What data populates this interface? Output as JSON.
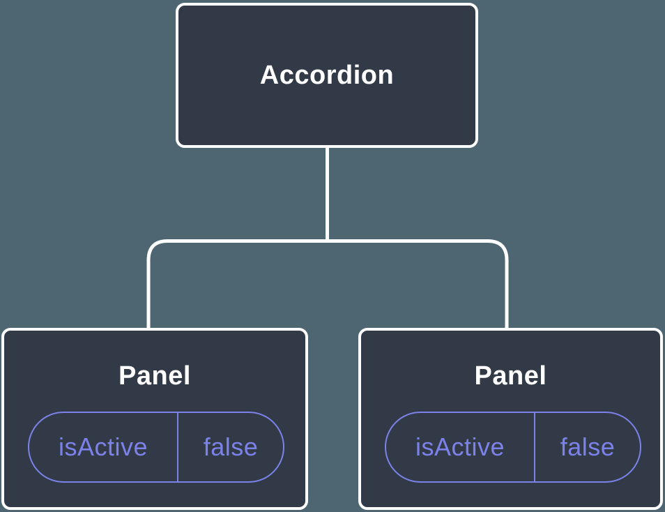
{
  "diagram": {
    "description": "component-tree",
    "root": {
      "label": "Accordion"
    },
    "children": [
      {
        "label": "Panel",
        "state_pill": {
          "name": "isActive",
          "value": "false"
        }
      },
      {
        "label": "Panel",
        "state_pill": {
          "name": "isActive",
          "value": "false"
        }
      }
    ]
  },
  "colors": {
    "background": "#4d6671",
    "node_fill": "#333a47",
    "node_border": "#ffffff",
    "accent": "#7c82e9",
    "title_text": "#ffffff"
  }
}
